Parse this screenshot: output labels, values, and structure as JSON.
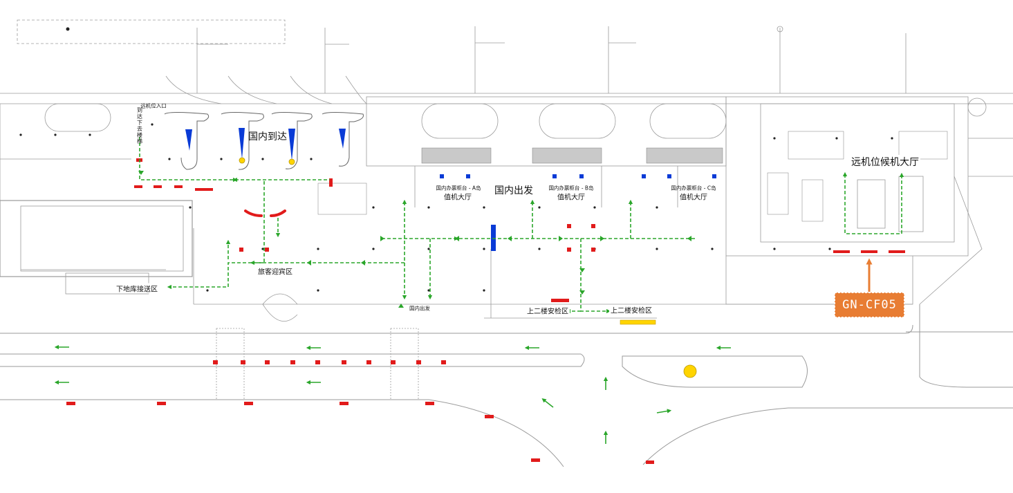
{
  "labels": {
    "domestic_arrivals": "国内到达",
    "domestic_departures": "国内出发",
    "remote_waiting_hall": "远机位候机大厅",
    "checkin_a_line1": "国内办票柜台 - A岛",
    "checkin_a_line2": "值机大厅",
    "checkin_b_line1": "国内办票柜台 - B岛",
    "checkin_b_line2": "值机大厅",
    "checkin_c_line1": "国内办票柜台 - C岛",
    "checkin_c_line2": "值机大厅",
    "greeting_area": "旅客迎宾区",
    "underground_garage": "下地库接送区",
    "security_left": "上二楼安检区",
    "security_right": "上二楼安检区",
    "domestic_departures_small": "国内出发",
    "remote_stand_entrance": "远机位入口",
    "arrival_stairs": "到达下去楼梯"
  },
  "location_badge": "GN-CF05",
  "colors": {
    "route_green": "#2aa62a",
    "marker_red": "#e11b1b",
    "pillar_blue": "#0a3bd6",
    "accent_orange": "#e87d33",
    "highlight_yellow": "#ffd400",
    "linework_gray": "#9a9a9a"
  }
}
